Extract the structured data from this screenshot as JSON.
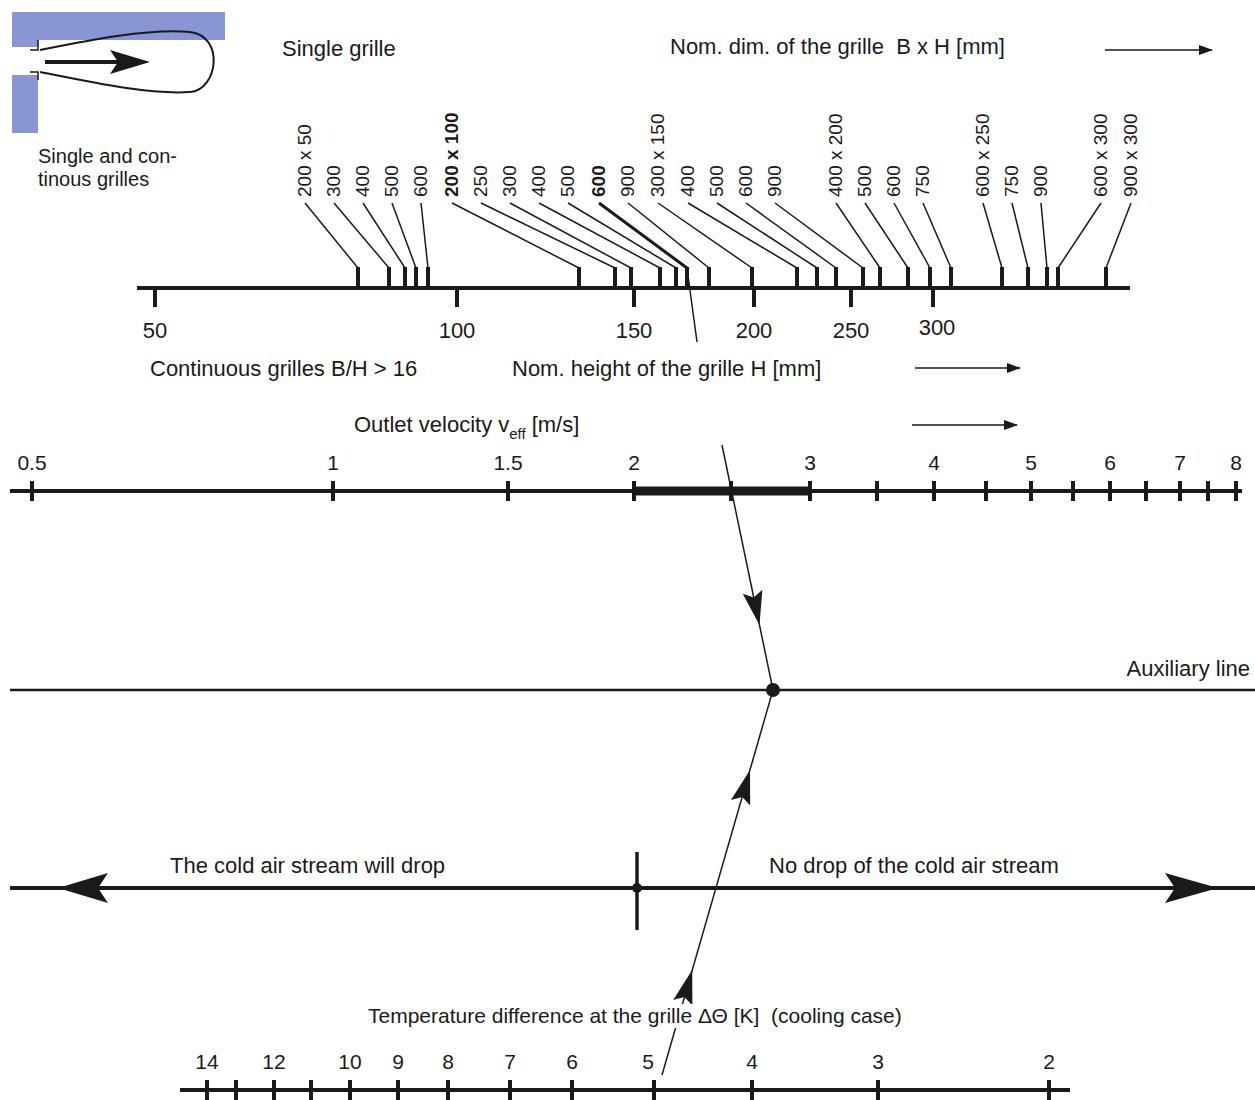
{
  "diagram": {
    "labels": [
      "Single grille",
      "Nom. dim. of the grille  B x H [mm]",
      "Single and con- tinous grilles",
      "200 x 50",
      "300",
      "400",
      "500",
      "600",
      "200 x 100",
      "250",
      "300",
      "400",
      "500",
      "600",
      "900",
      "300 x 150",
      "400",
      "500",
      "600",
      "900",
      "400 x 200",
      "500",
      "600",
      "750",
      "600 x 250",
      "750",
      "900",
      "600 x 300",
      "900 x 300",
      "50",
      "100",
      "150",
      "200",
      "250",
      "300",
      "Continuous grilles B/H > 16",
      "Nom. height of the grille H [mm]",
      "Outlet velocity v",
      "eff",
      "[m/s]",
      "0.5",
      "1",
      "1.5",
      "2",
      "3",
      "4",
      "5",
      "6",
      "7",
      "8",
      "Auxiliary line",
      "The cold air stream will drop",
      "No drop of the cold air stream",
      "Temperature difference at the grille ΔΘ [K]  (cooling case)",
      "14",
      "12",
      "10",
      "9",
      "8",
      "7",
      "6",
      "5",
      "4",
      "3",
      "2"
    ]
  }
}
